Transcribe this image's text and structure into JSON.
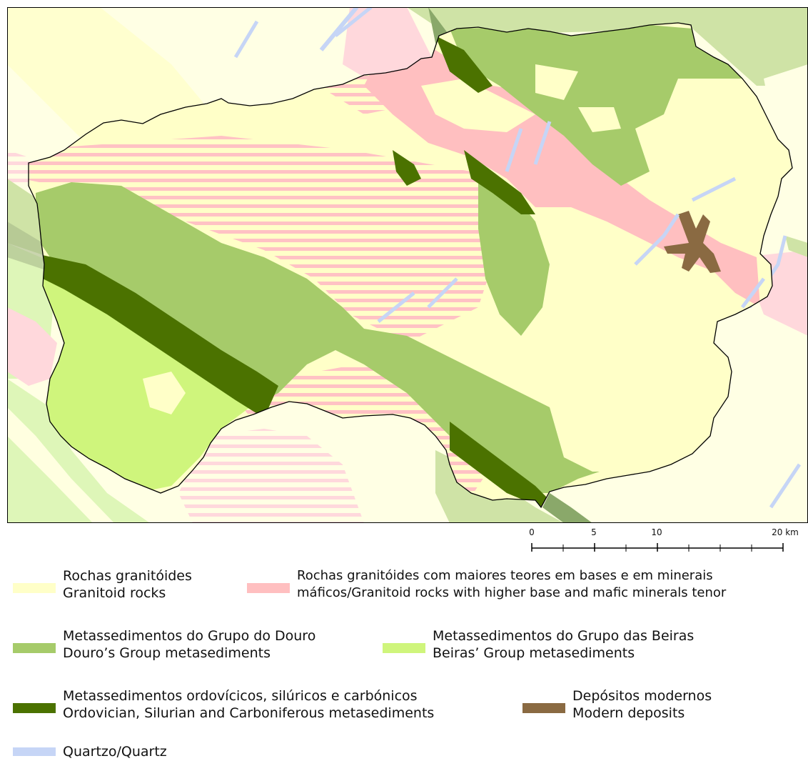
{
  "scale": {
    "ticks": [
      "0",
      "5",
      "10",
      "20 km"
    ]
  },
  "legend": [
    {
      "id": "granitoid",
      "line1": "Rochas granitóides",
      "line2": "Granitoid rocks",
      "color": "#ffffc8"
    },
    {
      "id": "granitoid-mafic",
      "line1": "Rochas granitóides com maiores teores em bases e em minerais",
      "line2": "máficos/Granitoid rocks with higher base and mafic minerals tenor",
      "color": "#ffbfc0"
    },
    {
      "id": "douro",
      "line1": "Metassedimentos do Grupo do Douro",
      "line2": "Douro’s Group metasediments",
      "color": "#a6cb6a"
    },
    {
      "id": "beiras",
      "line1": "Metassedimentos do Grupo das Beiras",
      "line2": "Beiras’ Group metasediments",
      "color": "#cff57c"
    },
    {
      "id": "ordovician",
      "line1": "Metassedimentos ordovícicos, silúricos e carbónicos",
      "line2": "Ordovician, Silurian and Carboniferous metasediments",
      "color": "#4b7200"
    },
    {
      "id": "modern",
      "line1": "Depósitos modernos",
      "line2": "Modern deposits",
      "color": "#8a6a42"
    },
    {
      "id": "quartz",
      "line1": "Quartzo/Quartz",
      "line2": "",
      "color": "#c6d5f6"
    }
  ]
}
